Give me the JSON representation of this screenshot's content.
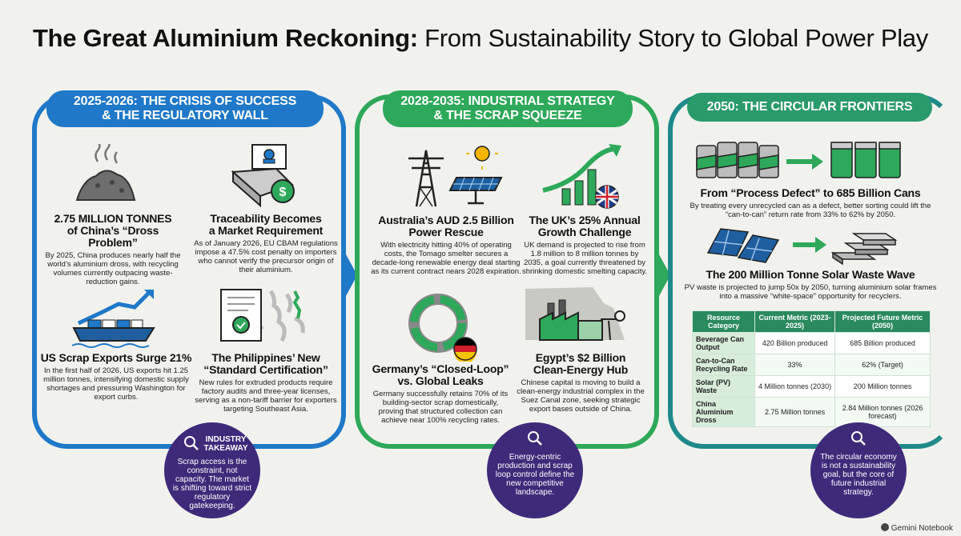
{
  "title": {
    "bold": "The Great Aluminium Reckoning:",
    "rest": "From Sustainability Story to Global Power Play"
  },
  "panels": [
    {
      "header_line1": "2025-2026: THE CRISIS OF SUCCESS",
      "header_line2": "& THE REGULATORY WALL",
      "items": [
        {
          "title1": "2.75 MILLION TONNES",
          "title2": "of China’s “Dross Problem”",
          "text": "By 2025, China produces nearly half the world’s aluminium dross, with recycling volumes currently outpacing waste-reduction gains."
        },
        {
          "title1": "Traceability Becomes",
          "title2": "a Market Requirement",
          "text": "As of January 2026, EU CBAM regulations impose a 47.5% cost penalty on importers who cannot verify the precursor origin of their aluminium."
        },
        {
          "title1": "US Scrap Exports Surge 21%",
          "title2": "",
          "text": "In the first half of 2026, US exports hit 1.25 million tonnes, intensifying domestic supply shortages and pressuring Washington for export curbs."
        },
        {
          "title1": "The Philippines’ New",
          "title2": "“Standard Certification”",
          "text": "New rules for extruded products require factory audits and three-year licenses, serving as a non-tariff barrier for exporters targeting Southeast Asia."
        }
      ],
      "takeaway_title": "INDUSTRY TAKEAWAY",
      "takeaway_text": "Scrap access is the constraint, not capacity. The market is shifting toward strict regulatory gatekeeping."
    },
    {
      "header_line1": "2028-2035: INDUSTRIAL STRATEGY",
      "header_line2": "& THE SCRAP SQUEEZE",
      "items": [
        {
          "title1": "Australia’s AUD 2.5 Billion",
          "title2": "Power Rescue",
          "text": "With electricity hitting 40% of operating costs, the Tomago smelter secures a decade-long renewable energy deal starting as its current contract nears 2028 expiration."
        },
        {
          "title1": "The UK’s 25% Annual",
          "title2": "Growth Challenge",
          "text": "UK demand is projected to rise from 1.8 million to 8 million tonnes by 2035, a goal currently threatened by shrinking domestic smelting capacity."
        },
        {
          "title1": "Germany’s “Closed-Loop”",
          "title2": "vs. Global Leaks",
          "text": "Germany successfully retains 70% of its building-sector scrap domestically, proving that structured collection can achieve near 100% recycling rates."
        },
        {
          "title1": "Egypt’s $2 Billion",
          "title2": "Clean-Energy Hub",
          "text": "Chinese capital is moving to build a clean-energy industrial complex in the Suez Canal zone, seeking strategic export bases outside of China."
        }
      ],
      "takeaway_text": "Energy-centric production and scrap loop control define the new competitive landscape."
    },
    {
      "header_line1": "2050: THE CIRCULAR FRONTIERS",
      "items": [
        {
          "title1": "From “Process Defect” to 685 Billion Cans",
          "text": "By treating every unrecycled can as a defect, better sorting could lift the “can-to-can” return rate from 33% to 62% by 2050."
        },
        {
          "title1": "The 200 Million Tonne Solar Waste Wave",
          "text": "PV waste is projected to jump 50x by 2050, turning aluminium solar frames into a massive “white-space” opportunity for recyclers."
        }
      ],
      "takeaway_text": "The circular economy is not a sustainability goal, but the core of future industrial strategy."
    }
  ],
  "table": {
    "headers": [
      "Resource Category",
      "Current Metric (2023-2025)",
      "Projected Future Metric (2050)"
    ],
    "rows": [
      [
        "Beverage Can Output",
        "420 Billion produced",
        "685 Billion produced"
      ],
      [
        "Can-to-Can Recycling Rate",
        "33%",
        "62% (Target)"
      ],
      [
        "Solar (PV) Waste",
        "4 Million tonnes (2030)",
        "200 Million tonnes"
      ],
      [
        "China Aluminium Dross",
        "2.75 Million tonnes",
        "2.84 Million tonnes (2026 forecast)"
      ]
    ]
  },
  "footer": "Gemini Notebook",
  "colors": {
    "blue": "#1f78c8",
    "green": "#2ea85a",
    "teal": "#1f8a8a",
    "purple": "#3f2a7a"
  }
}
